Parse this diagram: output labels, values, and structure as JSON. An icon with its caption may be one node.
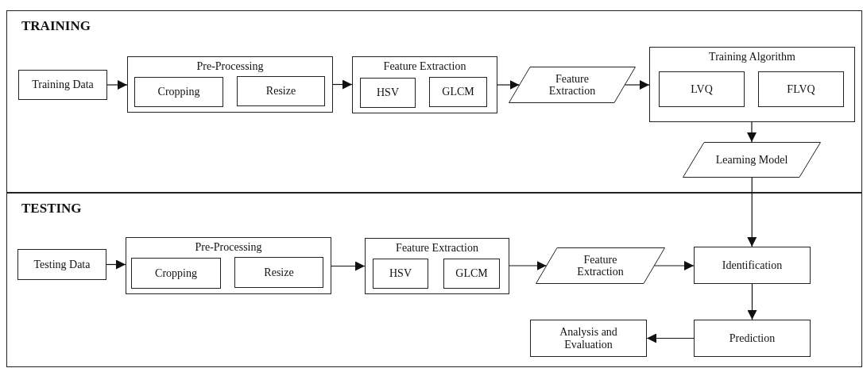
{
  "diagram": {
    "nodes": [
      {
        "text": [
          "TRAINING"
        ]
      },
      {
        "text": [
          "Training Data"
        ],
        "in": 0
      },
      {
        "text": [
          "Pre-Processing"
        ],
        "in": 0
      },
      {
        "text": [
          "Cropping"
        ],
        "in": 2
      },
      {
        "text": [
          "Resize"
        ],
        "in": 2
      },
      {
        "text": [
          "Feature Extraction"
        ],
        "in": 0
      },
      {
        "text": [
          "HSV"
        ],
        "in": 5
      },
      {
        "text": [
          "GLCM"
        ],
        "in": 5
      },
      {
        "text": [
          "Feature Extraction"
        ],
        "in": 0
      },
      {
        "text": [
          "Training Algorithm"
        ],
        "in": 0
      },
      {
        "text": [
          "LVQ"
        ],
        "in": 9
      },
      {
        "text": [
          "FLVQ"
        ],
        "in": 9
      },
      {
        "text": [
          "Learning Model"
        ],
        "in": 0
      },
      {
        "text": [
          "TESTING"
        ]
      },
      {
        "text": [
          "Testing Data"
        ],
        "in": 13
      },
      {
        "text": [
          "Pre-Processing"
        ],
        "in": 13
      },
      {
        "text": [
          "Cropping"
        ],
        "in": 15
      },
      {
        "text": [
          "Resize"
        ],
        "in": 15
      },
      {
        "text": [
          "Feature Extraction"
        ],
        "in": 13
      },
      {
        "text": [
          "HSV"
        ],
        "in": 18
      },
      {
        "text": [
          "GLCM"
        ],
        "in": 18
      },
      {
        "text": [
          "Feature Extraction"
        ],
        "in": 13
      },
      {
        "text": [
          "Identification"
        ],
        "in": 13
      },
      {
        "text": [
          "Prediction"
        ],
        "in": 13
      },
      {
        "text": [
          "Analysis and Evaluation"
        ],
        "in": 13
      }
    ],
    "edges": [
      {
        "from": 1,
        "to": 2,
        "arrow": "to"
      },
      {
        "from": 2,
        "to": 5,
        "arrow": "to"
      },
      {
        "from": 5,
        "to": 8,
        "arrow": "to"
      },
      {
        "from": 8,
        "to": 9,
        "arrow": "to"
      },
      {
        "from": 9,
        "to": 12,
        "arrow": "to"
      },
      {
        "from": 12,
        "to": 22,
        "arrow": "to"
      },
      {
        "from": 14,
        "to": 15,
        "arrow": "to"
      },
      {
        "from": 15,
        "to": 18,
        "arrow": "to"
      },
      {
        "from": 18,
        "to": 21,
        "arrow": "to"
      },
      {
        "from": 21,
        "to": 22,
        "arrow": "to"
      },
      {
        "from": 22,
        "to": 23,
        "arrow": "to"
      },
      {
        "from": 23,
        "to": 24,
        "arrow": "to"
      }
    ]
  }
}
